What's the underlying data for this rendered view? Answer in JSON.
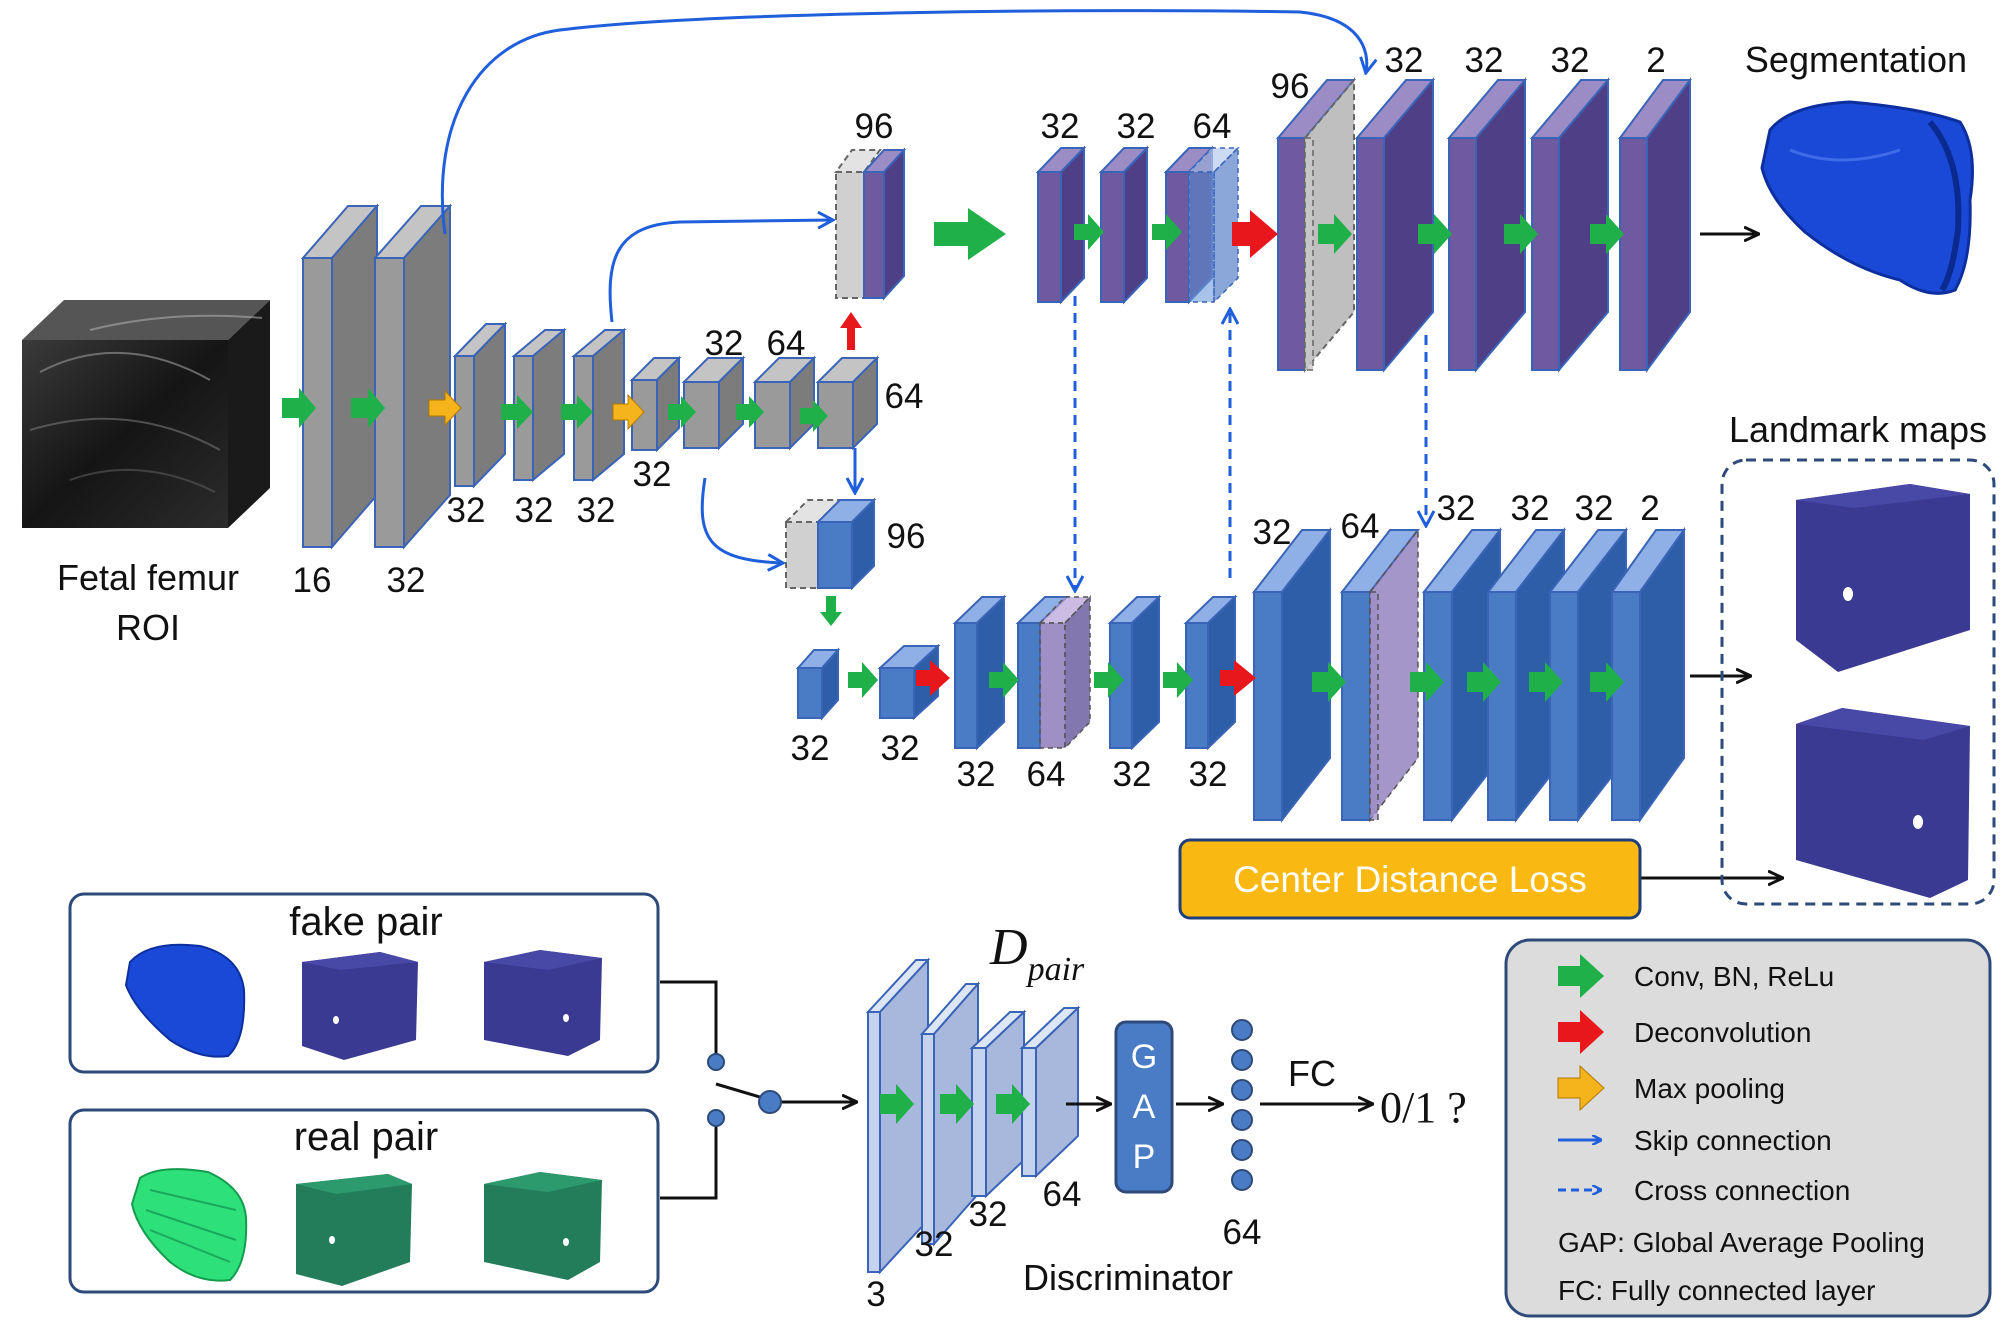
{
  "input": {
    "label_line1": "Fetal femur",
    "label_line2": "ROI"
  },
  "channels": {
    "enc_16": "16",
    "enc_32a": "32",
    "enc_32b": "32",
    "enc_32c": "32",
    "enc_32d": "32",
    "enc_32e": "32",
    "enc_32f": "32",
    "enc_64a": "64",
    "enc_64b": "64",
    "top_concat_96": "96",
    "mid_concat_96": "96",
    "seg_32a": "32",
    "seg_32b": "32",
    "seg_64": "64",
    "seg_96": "96",
    "seg_32c": "32",
    "seg_32d": "32",
    "seg_32e": "32",
    "seg_2": "2",
    "lm_32a": "32",
    "lm_32b": "32",
    "lm_32c": "32",
    "lm_64a": "64",
    "lm_32d": "32",
    "lm_32e": "32",
    "lm_32f": "32",
    "lm_64b": "64",
    "lm_32g": "32",
    "lm_32h": "32",
    "lm_32i": "32",
    "lm_2": "2",
    "disc_3": "3",
    "disc_32a": "32",
    "disc_32b": "32",
    "disc_64": "64",
    "fc_64": "64"
  },
  "outputs": {
    "segmentation": "Segmentation",
    "landmark_maps": "Landmark maps",
    "center_distance_loss": "Center Distance Loss"
  },
  "discriminator": {
    "symbol": "D",
    "subscript": "pair",
    "label": "Discriminator",
    "gap": [
      "G",
      "A",
      "P"
    ],
    "fc_label": "FC",
    "output": "0/1 ?",
    "fake_pair": "fake pair",
    "real_pair": "real pair"
  },
  "legend": {
    "items": [
      {
        "label": "Conv, BN, ReLu",
        "icon": "green-arrow-icon"
      },
      {
        "label": "Deconvolution",
        "icon": "red-arrow-icon"
      },
      {
        "label": "Max pooling",
        "icon": "orange-arrow-icon"
      },
      {
        "label": "Skip connection",
        "icon": "blue-solid-arrow-icon"
      },
      {
        "label": "Cross connection",
        "icon": "blue-dashed-arrow-icon"
      }
    ],
    "notes": [
      "GAP:  Global Average Pooling",
      "FC:  Fully connected layer"
    ]
  },
  "colors": {
    "conv": "#1fb04a",
    "deconv": "#e8171c",
    "pool": "#f5b31c",
    "skip": "#1f5fdc",
    "encoder_gray": "#9a9a9a",
    "seg_purple": "#6f5aa0",
    "lm_blue": "#4a7cc6",
    "disc_light": "#b8c6e4",
    "loss_fill": "#f9b912",
    "seg_mesh": "#1a49d8",
    "real_mesh": "#2ee07a",
    "lm_map": "#3a3a92",
    "real_map": "#237d5a"
  }
}
